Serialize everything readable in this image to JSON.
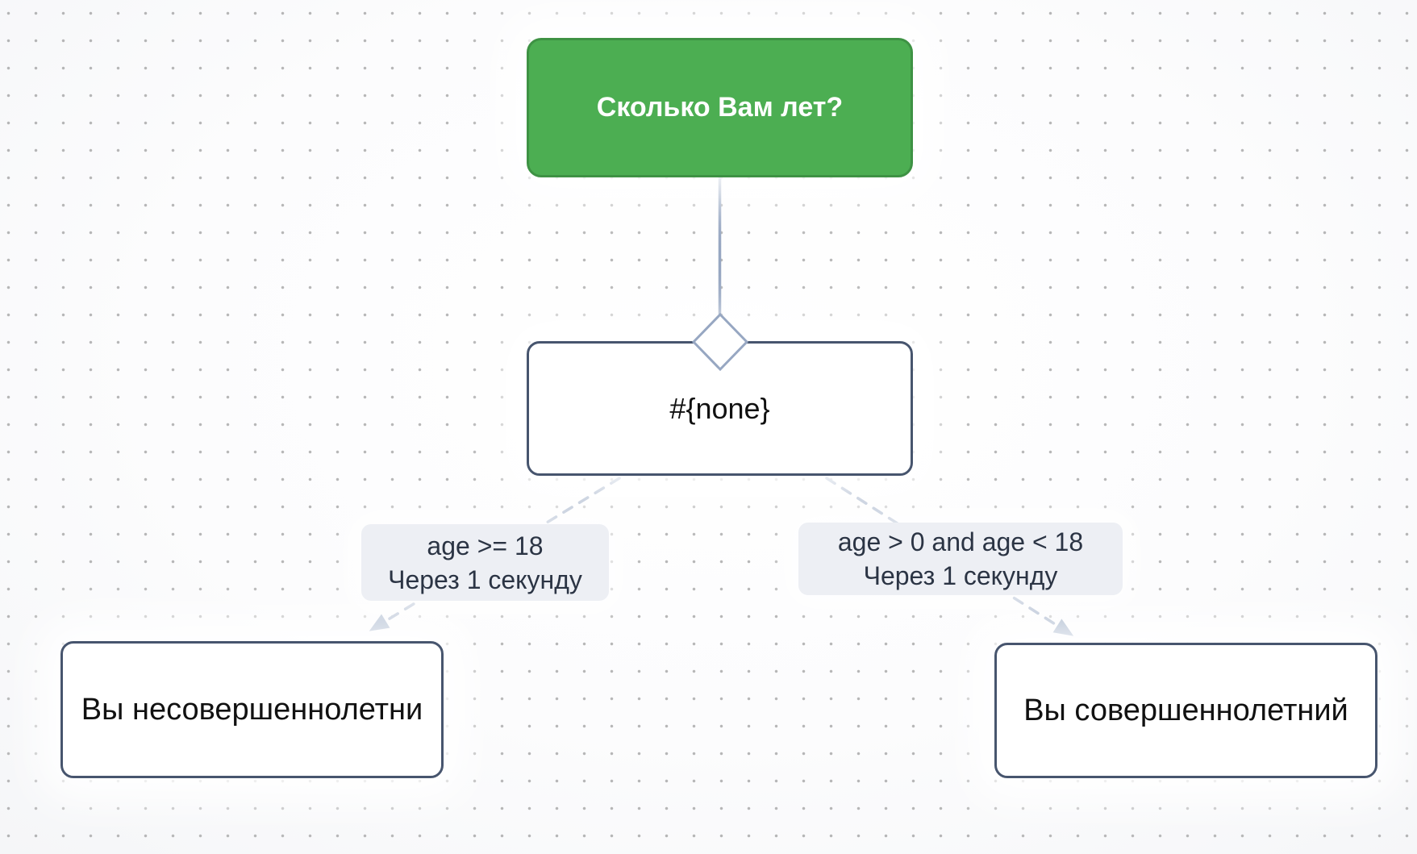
{
  "app": {
    "name": "chatbot-flow-canvas"
  },
  "colors": {
    "question_node_fill": "#4cae52",
    "question_node_border": "#3e9244",
    "question_node_text": "#ffffff",
    "message_node_bg": "#ffffff",
    "message_node_border": "#47556e",
    "message_node_text": "#111111",
    "connector": "#97a7c2",
    "arrowhead": "#8da0bd",
    "edge_label_bg": "#edeff4",
    "edge_label_text": "#2b3444",
    "grid_dot": "#7d7d7d"
  },
  "nodes": {
    "question": {
      "text": "Сколько Вам лет?"
    },
    "condition": {
      "text": "#{none}"
    },
    "minor": {
      "text": "Вы несовершеннолетни"
    },
    "adult": {
      "text": "Вы совершеннолетний"
    }
  },
  "edges": {
    "left": {
      "condition": "age >= 18",
      "delay": "Через 1 секунду"
    },
    "right": {
      "condition": "age > 0 and age < 18",
      "delay": "Через 1 секунду"
    }
  }
}
